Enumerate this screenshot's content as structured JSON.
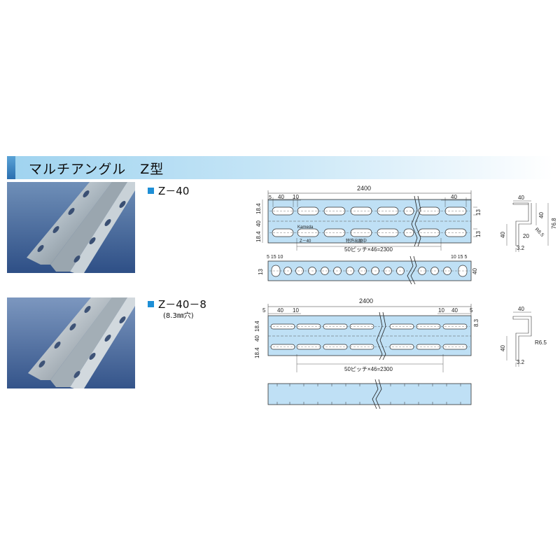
{
  "header": {
    "title": "マルチアングル　Z型"
  },
  "products": [
    {
      "label": "Z－40",
      "note": ""
    },
    {
      "label": "Z－40－8",
      "note": "(8.3㎜穴)"
    }
  ],
  "drawing1": {
    "length": "2400",
    "left_end": "5",
    "left_40": "40",
    "left_10": "10",
    "right_40": "40",
    "v_18_4_top": "18.4",
    "v_40_mid": "40",
    "v_18_4_bot": "18.4",
    "slot_13_top": "13",
    "slot_13_bot": "13",
    "pitch": "50ピッチ×46=2300",
    "brand": "Kameda",
    "part": "Z－40",
    "stamp": "特許出願中",
    "side_left": "5 15 10",
    "side_right": "10 15 5",
    "side_13": "13",
    "side_40": "40"
  },
  "section1": {
    "top_40": "40",
    "side_40": "40",
    "overall": "76.8",
    "bot_40": "40",
    "w_20": "20",
    "r": "R6.5",
    "t": "3.2"
  },
  "drawing2": {
    "length": "2400",
    "l5": "5",
    "l40": "40",
    "l10": "10",
    "r10": "10",
    "r40": "40",
    "r5": "5",
    "v_18_4_top": "18.4",
    "v_40": "40",
    "v_18_4_bot": "18.4",
    "hole": "8.3",
    "pitch": "50ピッチ×46=2300"
  },
  "section2": {
    "top_40": "40",
    "r": "R6.5",
    "side_40": "40",
    "t": "3.2"
  },
  "colors": {
    "accent": "#1e8fd6",
    "plate": "#bfe0f5",
    "banner": "#9fd3ef"
  }
}
